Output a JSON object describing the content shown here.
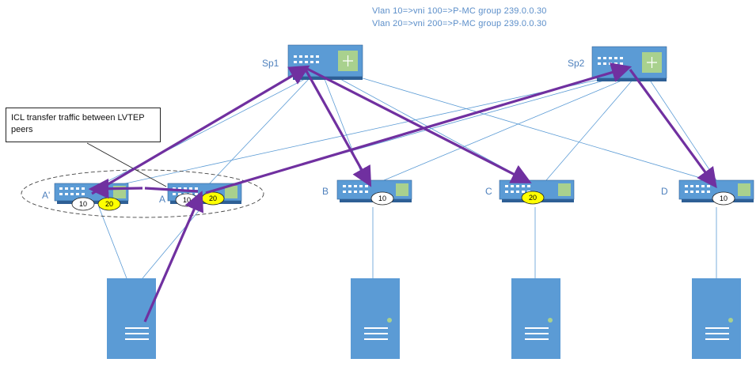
{
  "notes": {
    "line1": "Vlan 10=>vni 100=>P-MC group 239.0.0.30",
    "line2": "Vlan 20=>vni 200=>P-MC group 239.0.0.30"
  },
  "callout": {
    "text": "ICL transfer traffic between LVTEP peers"
  },
  "spines": [
    {
      "label": "Sp1"
    },
    {
      "label": "Sp2"
    }
  ],
  "leaves": [
    {
      "label": "A'",
      "vlans": [
        "10",
        "20"
      ]
    },
    {
      "label": "A",
      "vlans": [
        "10",
        "20"
      ]
    },
    {
      "label": "B",
      "vlans": [
        "10"
      ]
    },
    {
      "label": "C",
      "vlans": [
        "20"
      ]
    },
    {
      "label": "D",
      "vlans": [
        "10"
      ]
    }
  ],
  "colors": {
    "device": "#5b9bd5",
    "router_icon": "#a9d18e",
    "link": "#5b9bd5",
    "flow": "#7030a0",
    "vlan20_badge": "#ffff00",
    "vlan10_badge": "#ffffff"
  }
}
